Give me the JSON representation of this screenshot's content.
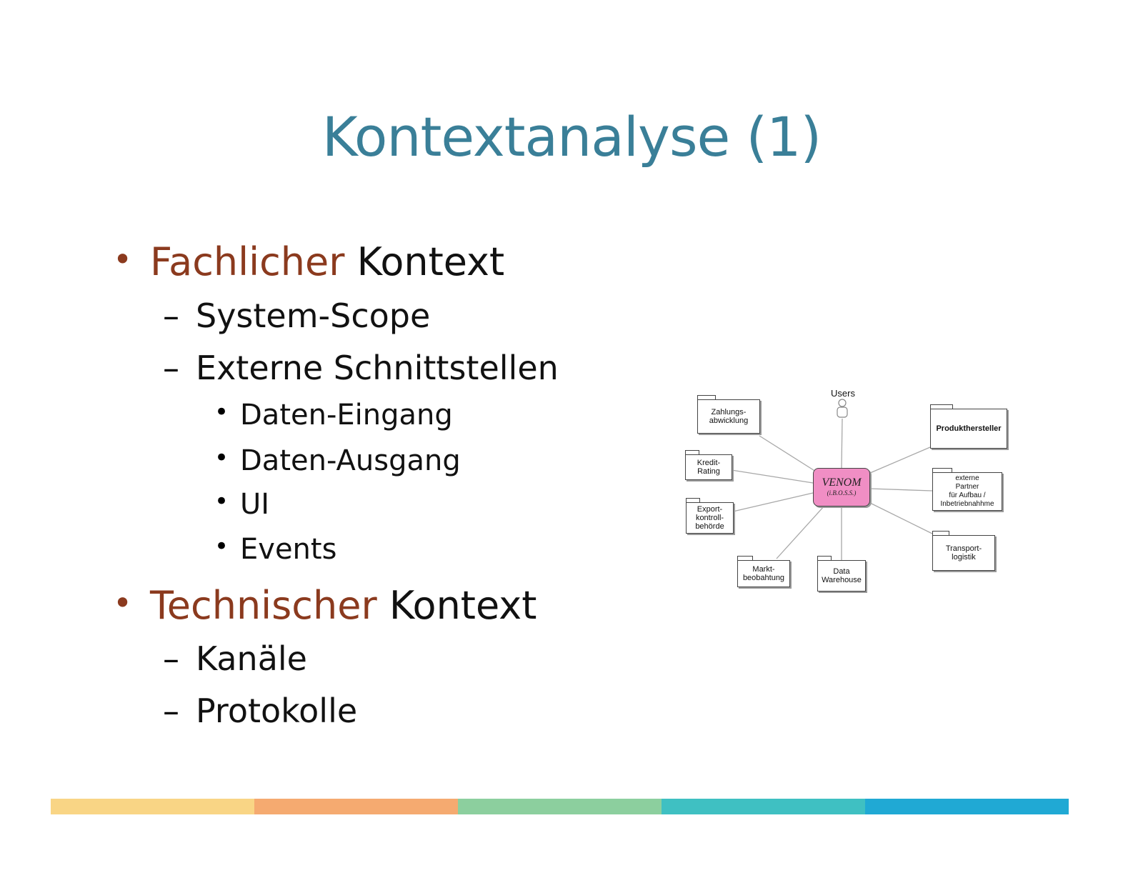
{
  "slide": {
    "title": "Kontextanalyse (1)",
    "bullets": {
      "b1_accent": "Fachlicher",
      "b1_rest": " Kontext",
      "b1_sub1": "System-Scope",
      "b1_sub2": "Externe Schnittstellen",
      "b1_sub2_items": [
        "Daten-Eingang",
        "Daten-Ausgang",
        "UI",
        "Events"
      ],
      "b2_accent": "Technischer",
      "b2_rest": " Kontext",
      "b2_sub1": "Kanäle",
      "b2_sub2": "Protokolle"
    },
    "colors": {
      "title": "#3a7f98",
      "accent": "#8b3a1e",
      "bar": [
        "#f9d585",
        "#f5aa70",
        "#8ccf9e",
        "#3fc0c2",
        "#20a9d4"
      ]
    }
  },
  "diagram": {
    "center": {
      "name": "VENOM",
      "sub": "(i.B.O.S.S.)"
    },
    "users_label": "Users",
    "nodes": {
      "zahlung": "Zahlungs-\nabwicklung",
      "kredit": "Kredit-\nRating",
      "export": "Export-\nkontroll-\nbehörde",
      "markt": "Markt-\nbeobahtung",
      "datawh": "Data\nWarehouse",
      "produkt": "Produkthersteller",
      "partner": "externe\nPartner\nfür Aufbau /\nInbetriebnahhme",
      "transport": "Transport-\nlogistik"
    }
  }
}
